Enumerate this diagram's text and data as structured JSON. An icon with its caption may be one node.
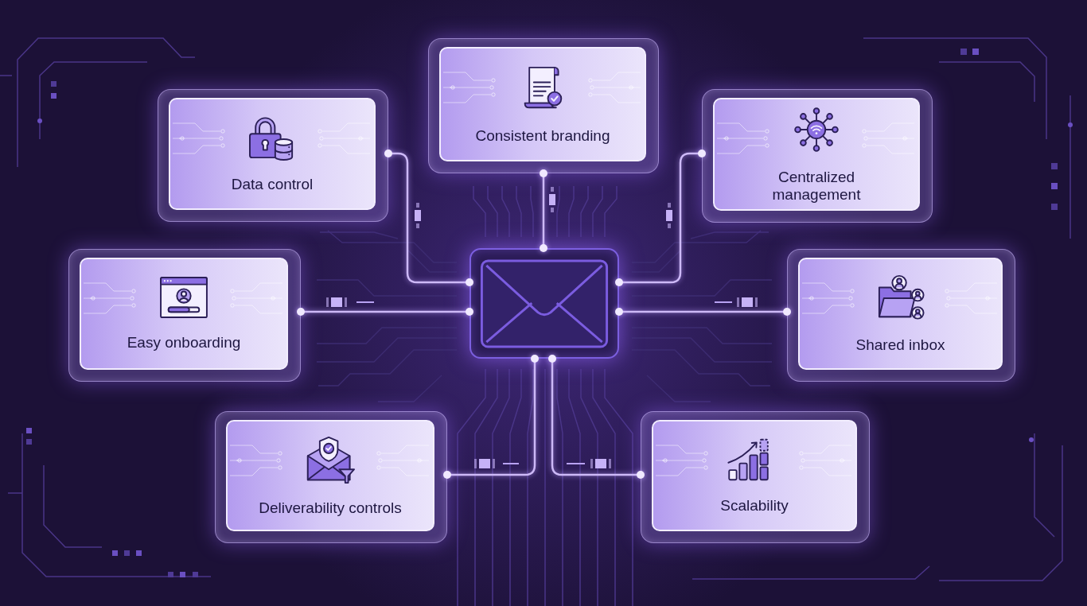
{
  "diagram": {
    "nodes": [
      {
        "text": [
          "Consistent branding"
        ]
      },
      {
        "text": [
          "Data control"
        ]
      },
      {
        "text": [
          "Centralized management"
        ]
      },
      {
        "text": [
          "Easy onboarding"
        ]
      },
      {
        "text": [],
        "shape": "box"
      },
      {
        "text": [
          "Shared inbox"
        ]
      },
      {
        "text": [
          "Deliverability controls"
        ]
      },
      {
        "text": [
          "Scalability"
        ]
      }
    ],
    "edges": [
      {
        "from": 4,
        "to": 0,
        "arrow": "other"
      },
      {
        "from": 4,
        "to": 1,
        "arrow": "other"
      },
      {
        "from": 4,
        "to": 2,
        "arrow": "other"
      },
      {
        "from": 4,
        "to": 3,
        "arrow": "other"
      },
      {
        "from": 4,
        "to": 5,
        "arrow": "other"
      },
      {
        "from": 4,
        "to": 6,
        "arrow": "other"
      },
      {
        "from": 4,
        "to": 7,
        "arrow": "other"
      }
    ]
  }
}
